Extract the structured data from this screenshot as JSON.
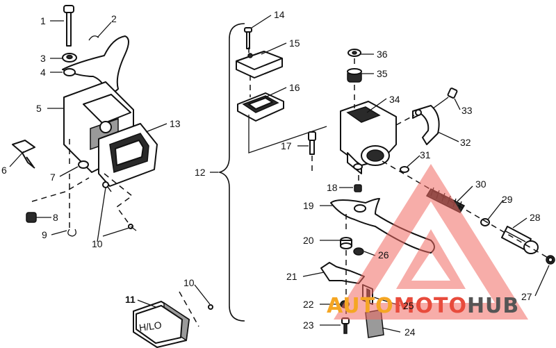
{
  "callouts": {
    "c1": "1",
    "c2": "2",
    "c3": "3",
    "c4": "4",
    "c5": "5",
    "c6": "6",
    "c7": "7",
    "c8": "8",
    "c9": "9",
    "c10a": "10",
    "c10b": "10",
    "c11": "11",
    "c12": "12",
    "c13": "13",
    "c14": "14",
    "c15": "15",
    "c16": "16",
    "c17": "17",
    "c18": "18",
    "c19": "19",
    "c20": "20",
    "c21": "21",
    "c22": "22",
    "c23": "23",
    "c24": "24",
    "c25": "25",
    "c26": "26",
    "c27": "27",
    "c28": "28",
    "c29": "29",
    "c30": "30",
    "c31": "31",
    "c32": "32",
    "c33": "33",
    "c34": "34",
    "c35": "35",
    "c36": "36"
  },
  "switch_label": "H/LO",
  "watermark": {
    "brand_a": "AUTO",
    "brand_b": "MOTO",
    "brand_c": "HUB",
    "color_a": "#f5a623",
    "color_b": "#e84b3c",
    "color_c": "#555555"
  }
}
